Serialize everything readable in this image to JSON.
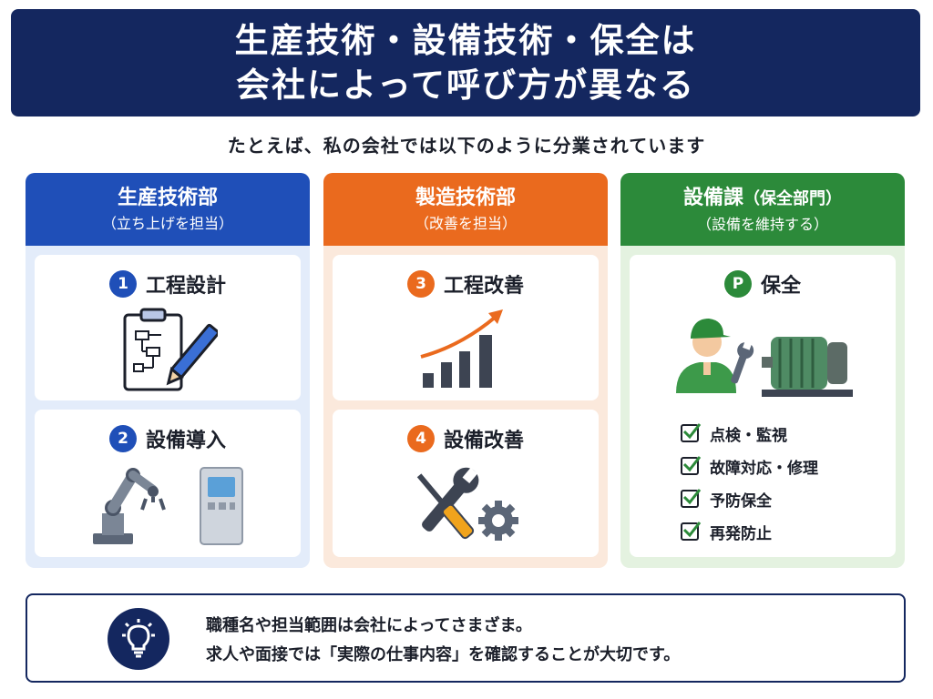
{
  "header": {
    "line1": "生産技術・設備技術・保全は",
    "line2": "会社によって呼び方が異なる"
  },
  "subtitle": "たとえば、私の会社では以下のように分業されています",
  "columns": [
    {
      "title": "生産技術部",
      "subtitle": "（立ち上げを担当）",
      "color": "#1f4fb8",
      "items": [
        {
          "number": "1",
          "label": "工程設計",
          "icon": "clipboard-flowchart-pencil"
        },
        {
          "number": "2",
          "label": "設備導入",
          "icon": "robot-arm-control-panel"
        }
      ]
    },
    {
      "title": "製造技術部",
      "subtitle": "（改善を担当）",
      "color": "#ea6a1e",
      "items": [
        {
          "number": "3",
          "label": "工程改善",
          "icon": "rising-bar-chart"
        },
        {
          "number": "4",
          "label": "設備改善",
          "icon": "wrench-screwdriver-gear"
        }
      ]
    },
    {
      "title": "設備課",
      "title_paren": "（保全部門）",
      "subtitle": "（設備を維持する）",
      "color": "#2c8a3a",
      "item": {
        "badge": "P",
        "label": "保全",
        "icon": "technician-motor"
      },
      "checklist": [
        "点検・監視",
        "故障対応・修理",
        "予防保全",
        "再発防止"
      ]
    }
  ],
  "footer": {
    "icon": "lightbulb-icon",
    "line1": "職種名や担当範囲は会社によってさまざま。",
    "line2": "求人や面接では「実際の仕事内容」を確認することが大切です。"
  }
}
